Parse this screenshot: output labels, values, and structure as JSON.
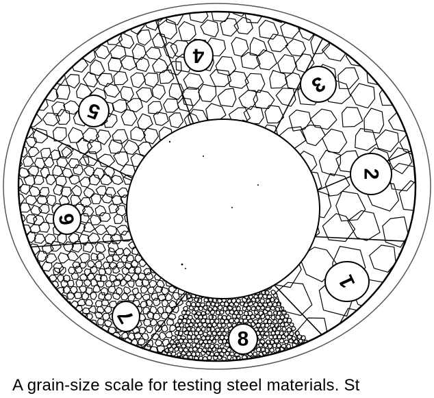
{
  "figure": {
    "sectors": [
      {
        "label": "1",
        "rotation": 245
      },
      {
        "label": "2",
        "rotation": 90
      },
      {
        "label": "3",
        "rotation": 150
      },
      {
        "label": "4",
        "rotation": 180
      },
      {
        "label": "5",
        "rotation": 200
      },
      {
        "label": "6",
        "rotation": 260
      },
      {
        "label": "7",
        "rotation": 240
      },
      {
        "label": "8",
        "rotation": 0
      }
    ]
  },
  "caption": "A grain-size scale for testing steel materials. St"
}
